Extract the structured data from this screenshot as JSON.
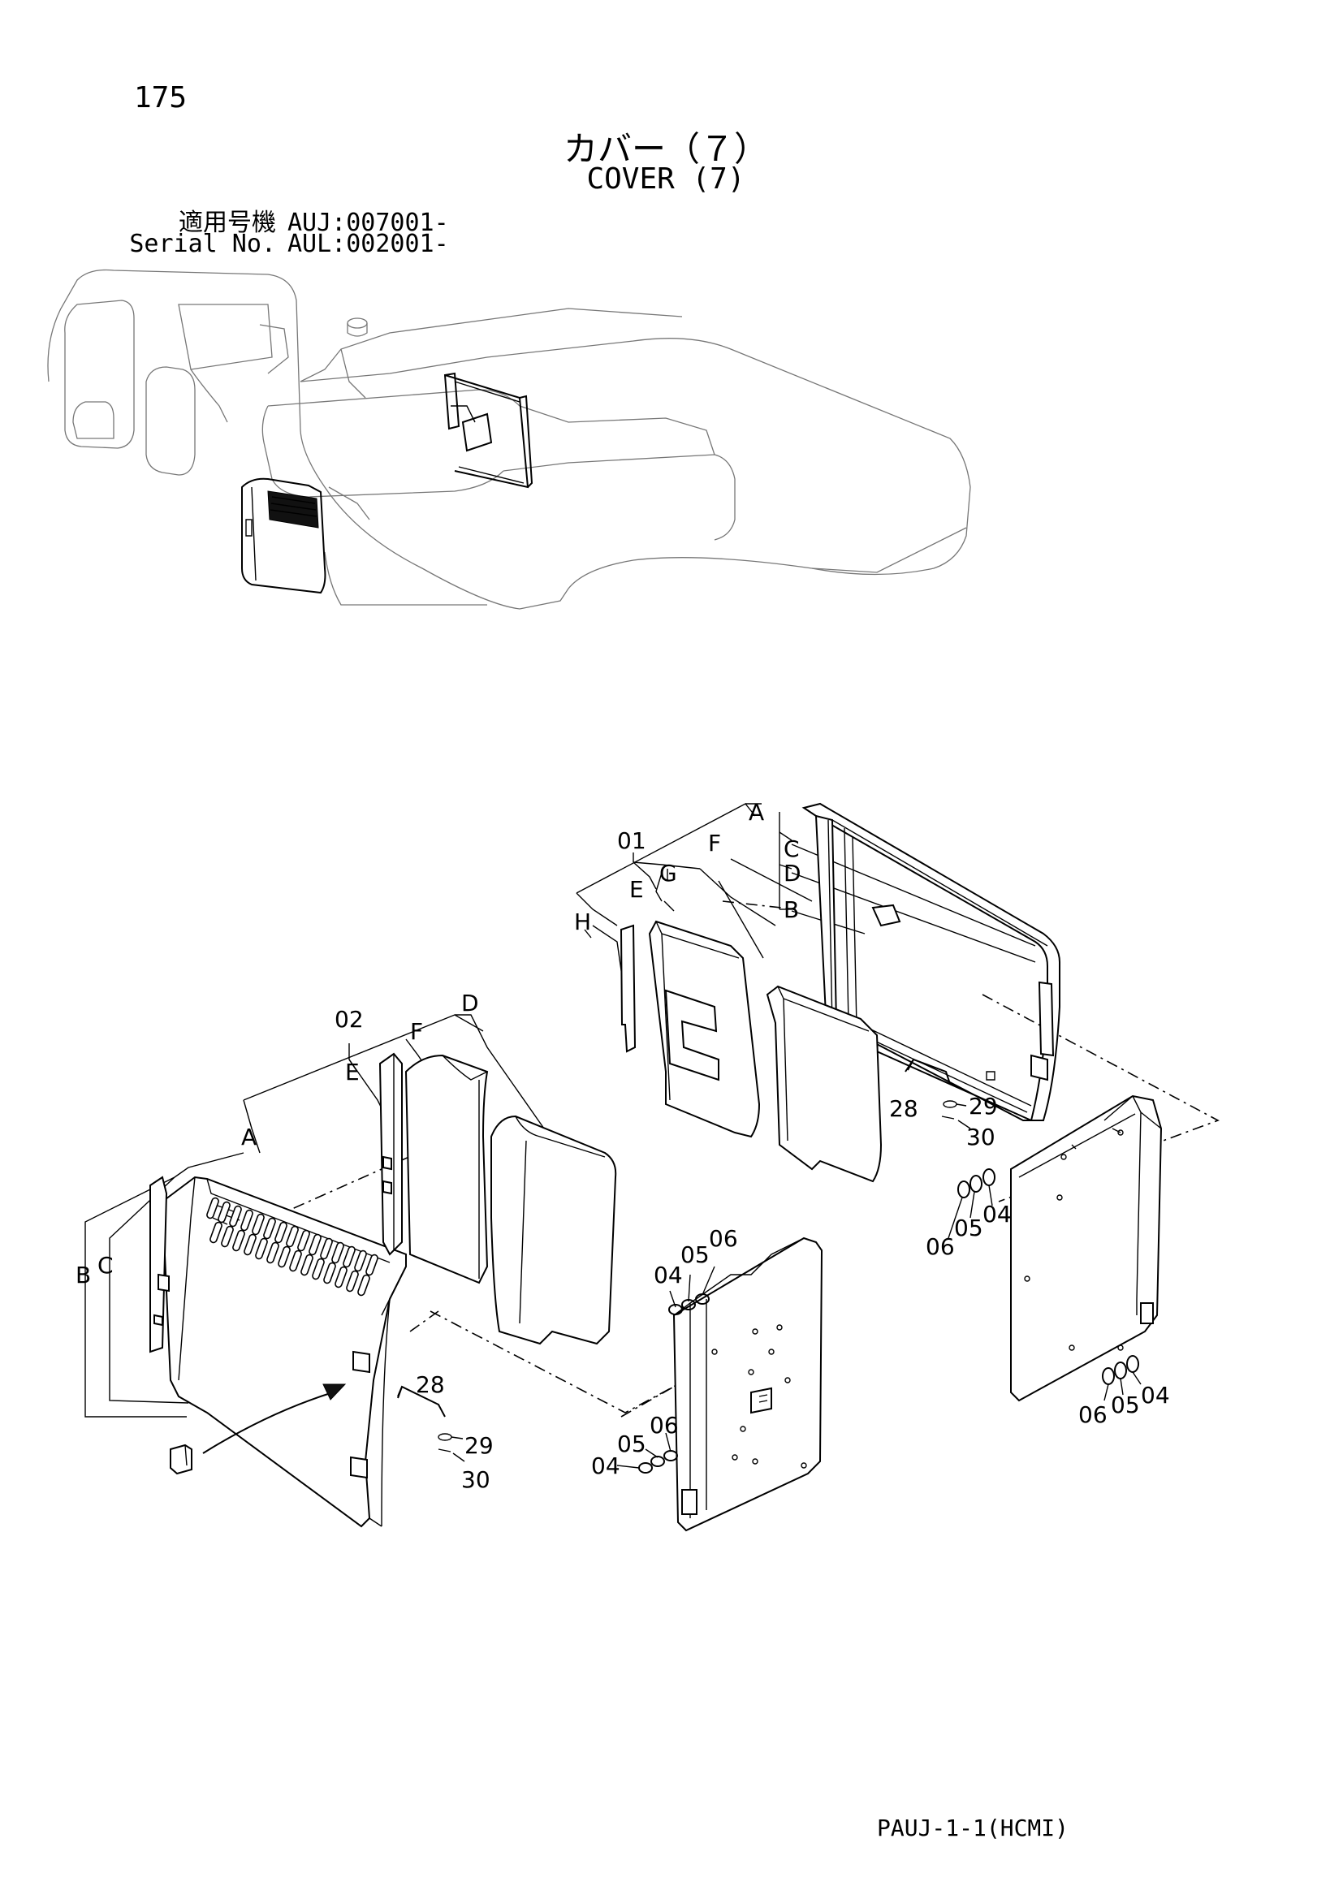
{
  "page_number": "175",
  "title_jp": "カバー（７）",
  "title_en": "COVER (7)",
  "serial": [
    {
      "label": "適用号機",
      "value": "AUJ:007001-"
    },
    {
      "label": "Serial No.",
      "value": "AUL:002001-"
    }
  ],
  "footer_ref": "PAUJ-1-1(HCMI)",
  "callouts": {
    "c01": "01",
    "c02": "02",
    "A1": "A",
    "C1": "C",
    "F1": "F",
    "D1": "D",
    "B1": "B",
    "E1": "E",
    "G1": "G",
    "H1": "H",
    "p28a": "28",
    "p29a": "29",
    "p30a": "30",
    "D2": "D",
    "F2": "F",
    "E2": "E",
    "A2": "A",
    "B2": "B",
    "C2": "C",
    "p28b": "28",
    "p29b": "29",
    "p30b": "30",
    "p04a": "04",
    "p05a": "05",
    "p06a": "06",
    "p04b": "04",
    "p05b": "05",
    "p06b": "06",
    "p04c": "04",
    "p05c": "05",
    "p06c": "06",
    "p04d": "04",
    "p05d": "05",
    "p06d": "06"
  }
}
